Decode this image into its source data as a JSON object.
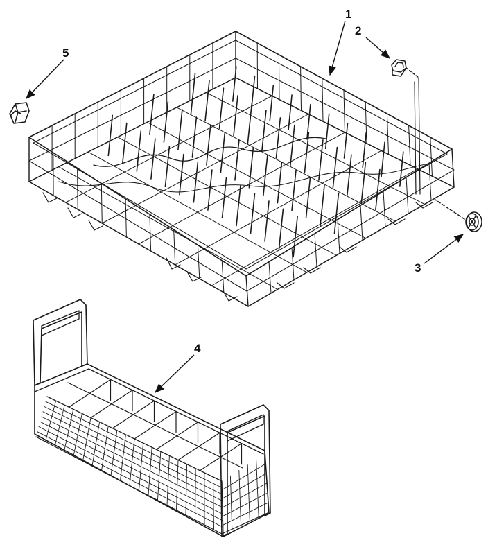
{
  "diagram": {
    "callouts": [
      {
        "id": "1",
        "label": "1"
      },
      {
        "id": "2",
        "label": "2"
      },
      {
        "id": "3",
        "label": "3"
      },
      {
        "id": "4",
        "label": "4"
      },
      {
        "id": "5",
        "label": "5"
      }
    ],
    "parts": [
      {
        "ref": "1",
        "icon": "lower-dish-rack-icon"
      },
      {
        "ref": "2",
        "icon": "rack-clip-icon"
      },
      {
        "ref": "3",
        "icon": "rack-wheel-icon"
      },
      {
        "ref": "4",
        "icon": "silverware-basket-icon"
      },
      {
        "ref": "5",
        "icon": "rack-bumper-icon"
      }
    ],
    "colors": {
      "ink": "#1a1a1a",
      "paper": "#ffffff"
    }
  }
}
